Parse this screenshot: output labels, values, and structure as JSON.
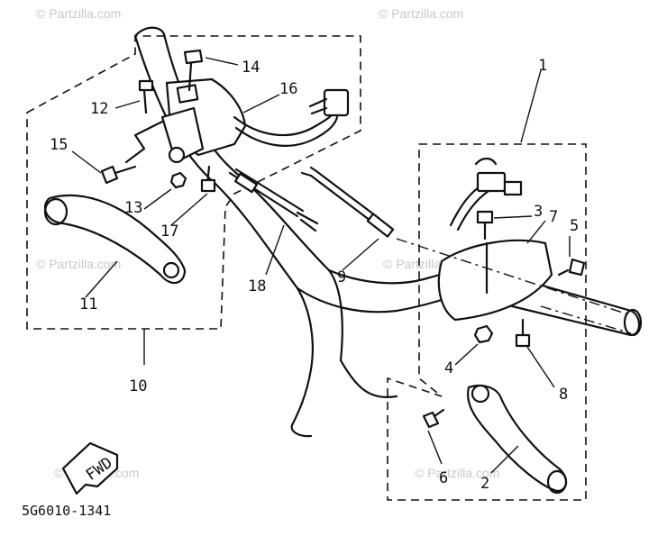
{
  "watermarks": [
    "© Partzilla.com",
    "© Partzilla.com",
    "© Partzilla.com",
    "© Partzilla.com",
    "© Partzilla.com",
    "© Partzilla.com"
  ],
  "callouts": {
    "c1": "1",
    "c2": "2",
    "c3": "3",
    "c4": "4",
    "c5": "5",
    "c6": "6",
    "c7": "7",
    "c8": "8",
    "c9": "9",
    "c10": "10",
    "c11": "11",
    "c12": "12",
    "c13": "13",
    "c14": "14",
    "c15": "15",
    "c16": "16",
    "c17": "17",
    "c18": "18"
  },
  "direction_label": "FWD",
  "diagram_code": "5G6010-1341"
}
